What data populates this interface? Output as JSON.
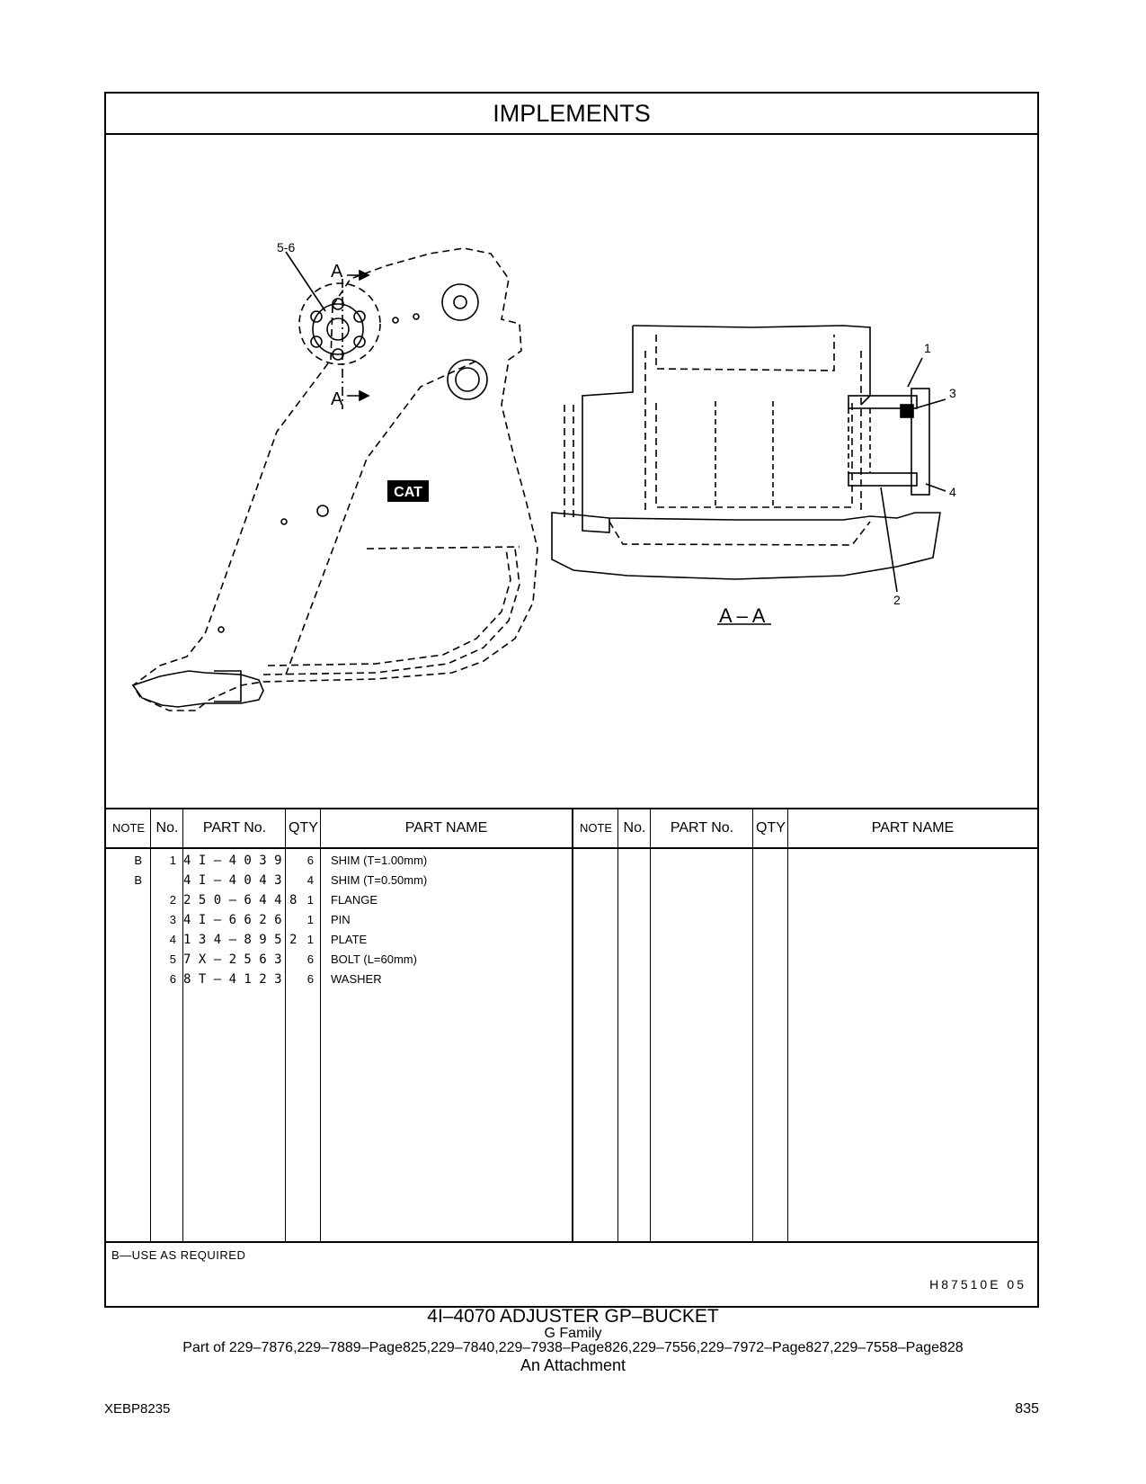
{
  "page_title": "IMPLEMENTS",
  "illustration": {
    "labels": {
      "callout_5_6": "5-6",
      "section_a_top": "A",
      "section_a_bottom": "A",
      "callout_1": "1",
      "callout_2": "2",
      "callout_3": "3",
      "callout_4": "4",
      "section_view": "A – A",
      "logo_text": "CAT"
    }
  },
  "table": {
    "headers": {
      "note": "NOTE",
      "no": "No.",
      "part_no": "PART No.",
      "qty": "QTY",
      "part_name": "PART NAME"
    },
    "rows": [
      {
        "note": "B",
        "no": "1",
        "part_no": "4 I – 4 0 3 9",
        "qty": "6",
        "part_name": "SHIM (T=1.00mm)"
      },
      {
        "note": "B",
        "no": "",
        "part_no": "4 I – 4 0 4 3",
        "qty": "4",
        "part_name": "SHIM (T=0.50mm)"
      },
      {
        "note": "",
        "no": "2",
        "part_no": "2 5 0 – 6 4 4 8",
        "qty": "1",
        "part_name": "FLANGE"
      },
      {
        "note": "",
        "no": "3",
        "part_no": "4 I – 6 6 2 6",
        "qty": "1",
        "part_name": "PIN"
      },
      {
        "note": "",
        "no": "4",
        "part_no": "1 3 4 – 8 9 5 2",
        "qty": "1",
        "part_name": "PLATE"
      },
      {
        "note": "",
        "no": "5",
        "part_no": "7 X – 2 5 6 3",
        "qty": "6",
        "part_name": "BOLT (L=60mm)"
      },
      {
        "note": "",
        "no": "6",
        "part_no": "8 T – 4 1 2 3",
        "qty": "6",
        "part_name": "WASHER"
      }
    ]
  },
  "footnote": "B—USE  AS  REQUIRED",
  "illustration_code": "H87510E    05",
  "caption": {
    "title": "4I–4070  ADJUSTER  GP–BUCKET",
    "family": "G  Family",
    "part_of": "Part of 229–7876,229–7889–Page825,229–7840,229–7938–Page826,229–7556,229–7972–Page827,229–7558–Page828",
    "attachment": "An Attachment"
  },
  "footer": {
    "doc_id": "XEBP8235",
    "page_number": "835"
  }
}
